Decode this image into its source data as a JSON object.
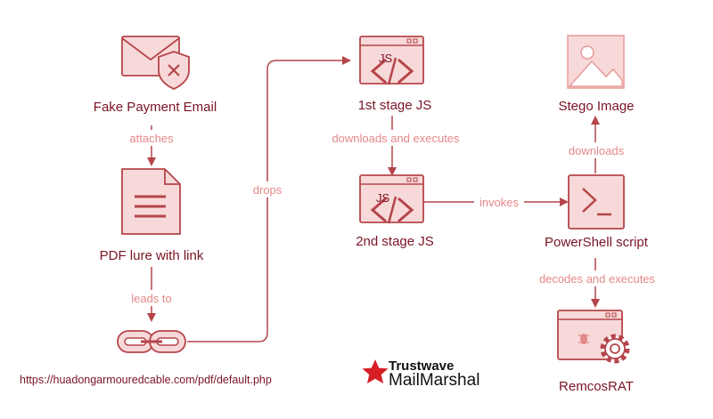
{
  "nodes": {
    "email": "Fake Payment Email",
    "pdf": "PDF lure with link",
    "stage1": "1st stage JS",
    "stage2": "2nd stage JS",
    "stego": "Stego Image",
    "powershell": "PowerShell script",
    "remcos": "RemcosRAT"
  },
  "icon_text": {
    "js1": "JS",
    "js2": "JS"
  },
  "edges": {
    "attaches": "attaches",
    "leads_to": "leads to",
    "drops": "drops",
    "downloads_executes": "downloads and executes",
    "invokes": "invokes",
    "downloads": "downloads",
    "decodes_executes": "decodes and executes"
  },
  "url": "https://huadongarmouredcable.com/pdf/default.php",
  "logo": {
    "line1": "Trustwave",
    "line2": "MailMarshal"
  },
  "colors": {
    "icon_fill": "#f8d9d9",
    "icon_stroke": "#b5454a",
    "node_text": "#7a1424",
    "edge_text": "#e58888",
    "logo_star": "#d61f26"
  },
  "icons": {
    "email": "envelope-shield-icon",
    "pdf": "document-icon",
    "link": "chain-link-icon",
    "js": "js-window-icon",
    "stego": "image-icon",
    "powershell": "terminal-prompt-icon",
    "remcos": "window-bug-gear-icon"
  }
}
